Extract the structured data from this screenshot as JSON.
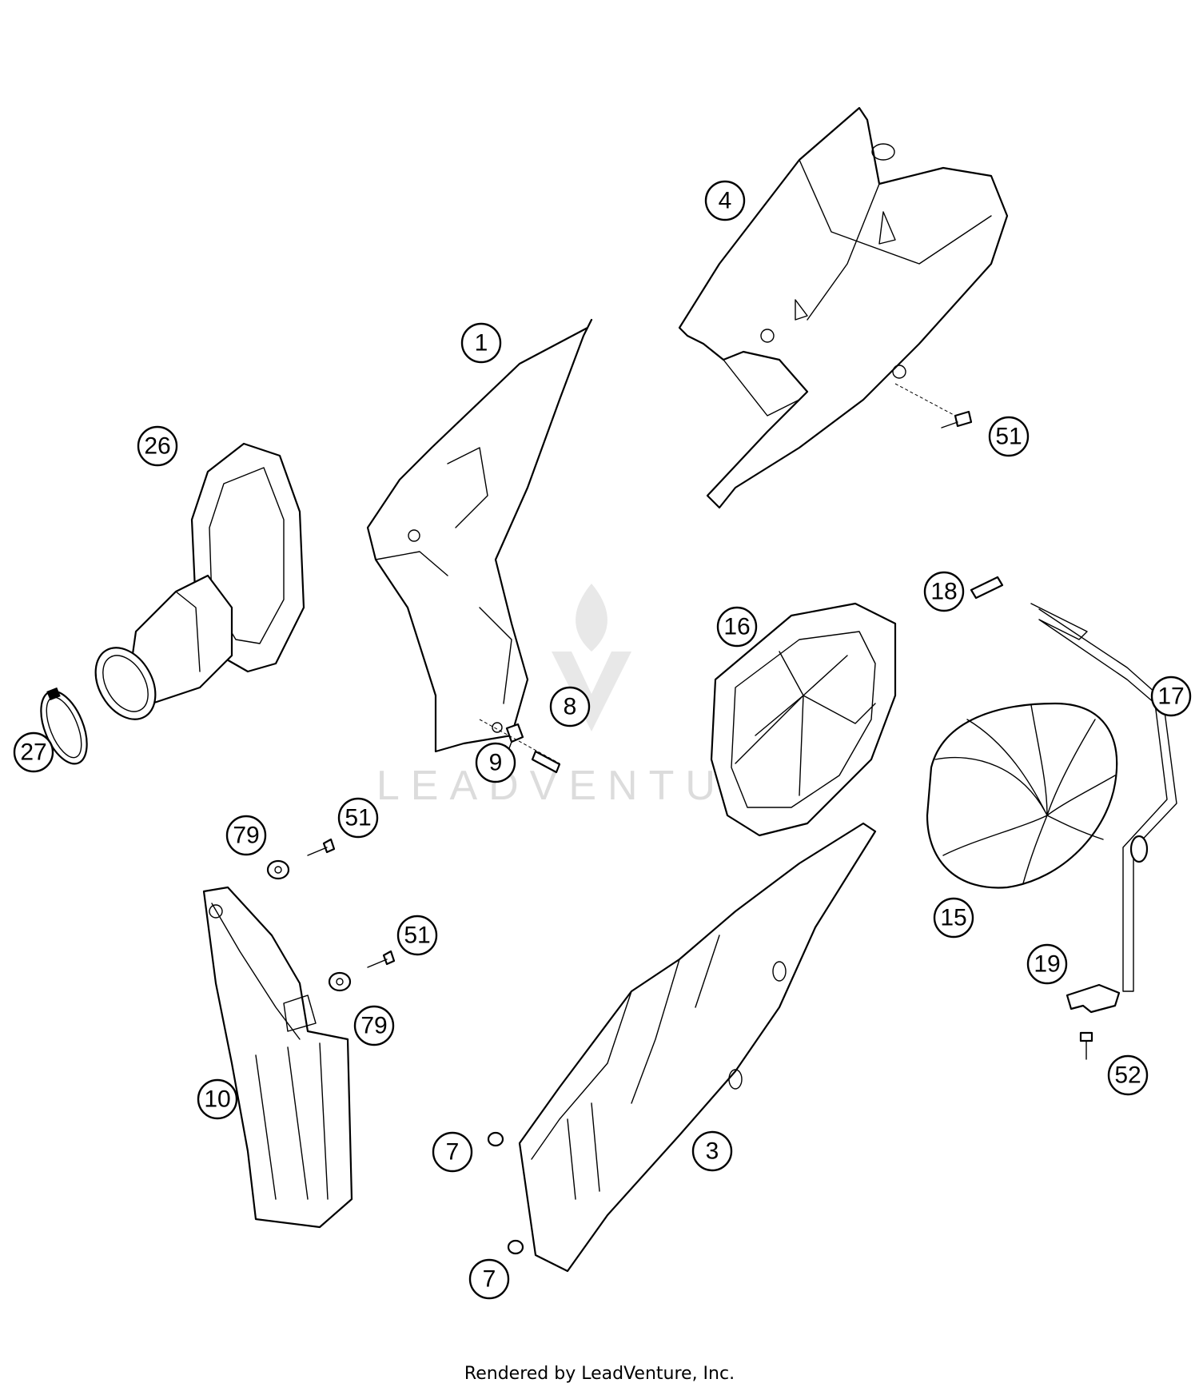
{
  "diagram": {
    "callouts": [
      "1",
      "3",
      "4",
      "7",
      "7",
      "8",
      "9",
      "10",
      "15",
      "16",
      "17",
      "18",
      "19",
      "26",
      "27",
      "51",
      "51",
      "51",
      "52",
      "79",
      "79"
    ]
  },
  "watermark": {
    "text": "LEADVENTURE"
  },
  "footer": {
    "credit": "Rendered by LeadVenture, Inc."
  }
}
